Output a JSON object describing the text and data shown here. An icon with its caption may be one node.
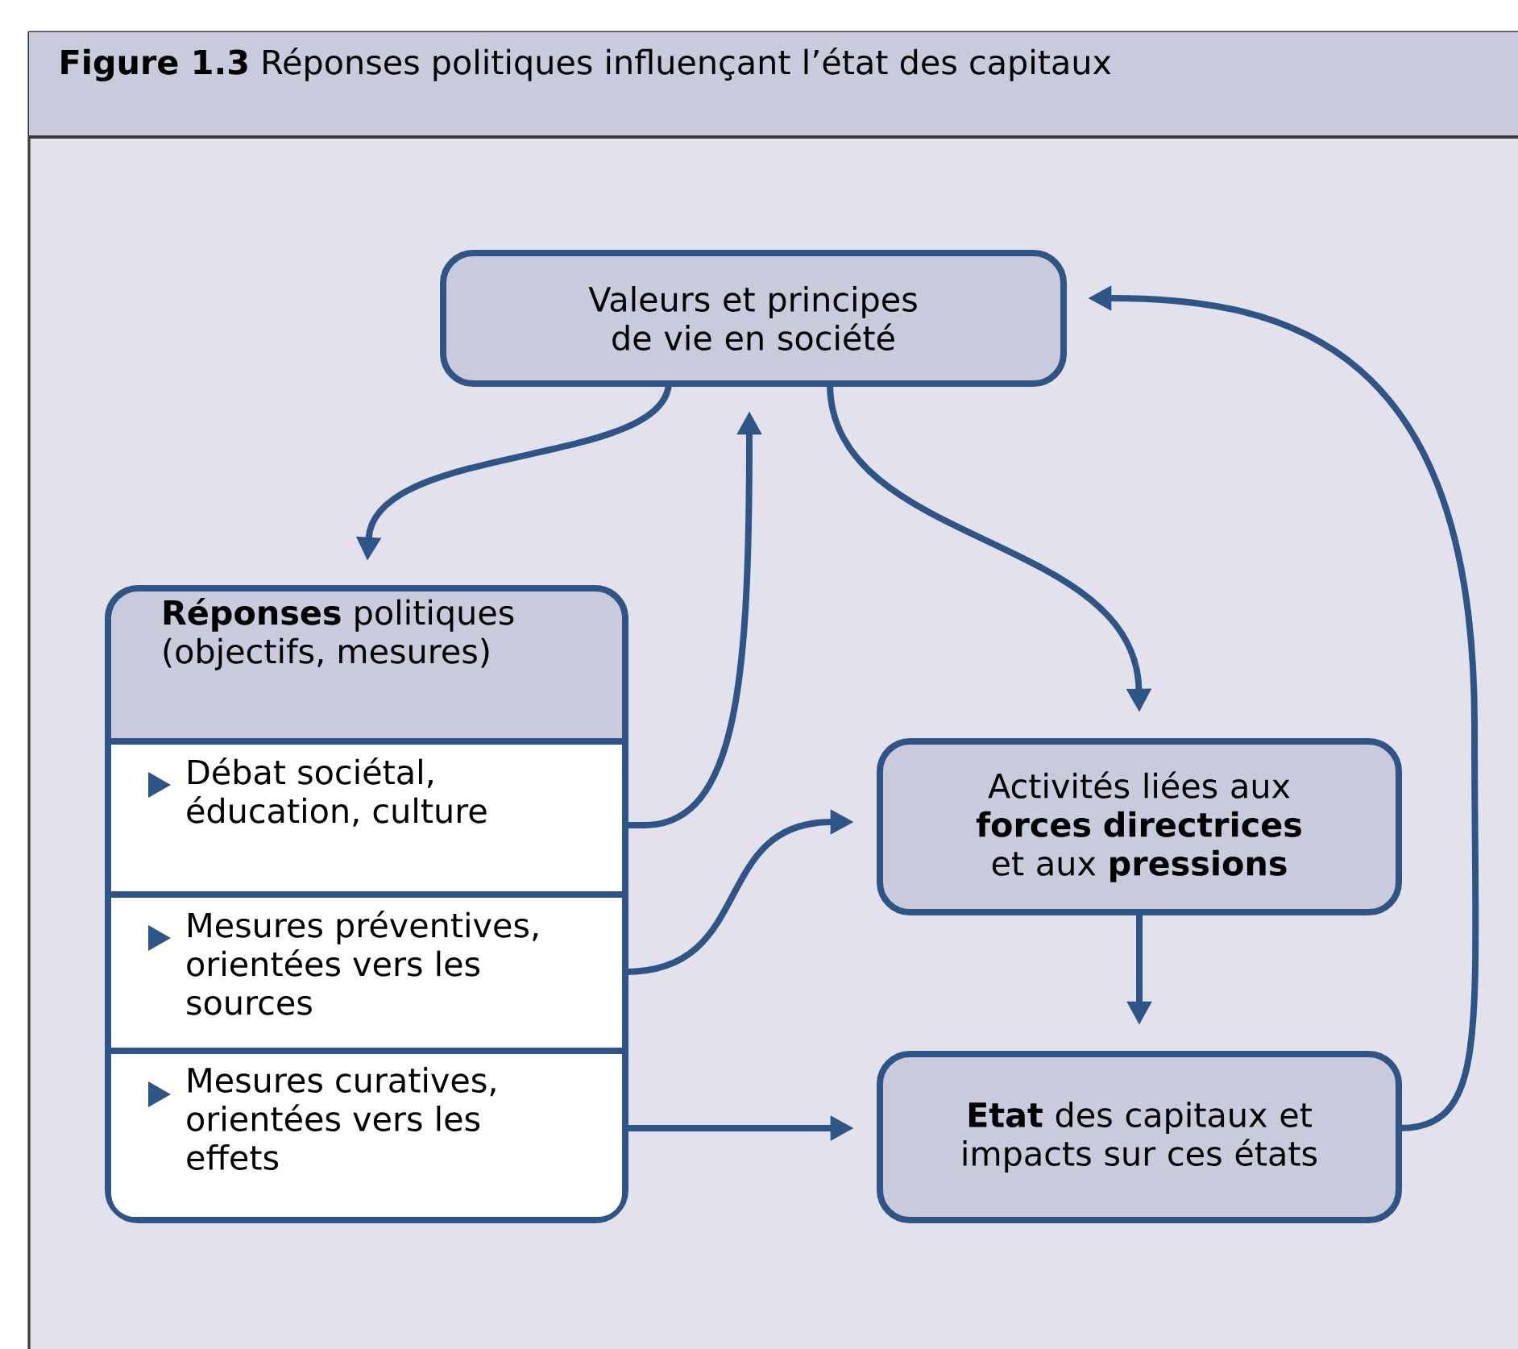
{
  "diagram": {
    "title": "**Figure 1.3**  Réponses politiques influençant l’état des capitaux",
    "nodes": [
      {
        "text": [
          "Valeurs et principes de vie en société"
        ]
      },
      {
        "text": [
          "**Réponses** politiques (objectifs, mesures)"
        ]
      },
      {
        "text": [
          "Débat sociétal, éducation, culture"
        ],
        "in": 1
      },
      {
        "text": [
          "Mesures préventives, orientées vers les sources"
        ],
        "in": 1
      },
      {
        "text": [
          "Mesures curatives, orientées vers les effets"
        ],
        "in": 1
      },
      {
        "text": [
          "Activités liées aux **forces directrices** et aux **pressions**"
        ]
      },
      {
        "text": [
          "**Etat** des capitaux et impacts sur ces états"
        ]
      }
    ],
    "edges": [
      {
        "from": 0,
        "to": 1,
        "arrow": "to"
      },
      {
        "from": 2,
        "to": 0,
        "arrow": "to"
      },
      {
        "from": 0,
        "to": 5,
        "arrow": "to"
      },
      {
        "from": 3,
        "to": 5,
        "arrow": "to"
      },
      {
        "from": 4,
        "to": 6,
        "arrow": "to"
      },
      {
        "from": 5,
        "to": 6,
        "arrow": "to"
      },
      {
        "from": 6,
        "to": 0,
        "arrow": "to"
      }
    ]
  }
}
